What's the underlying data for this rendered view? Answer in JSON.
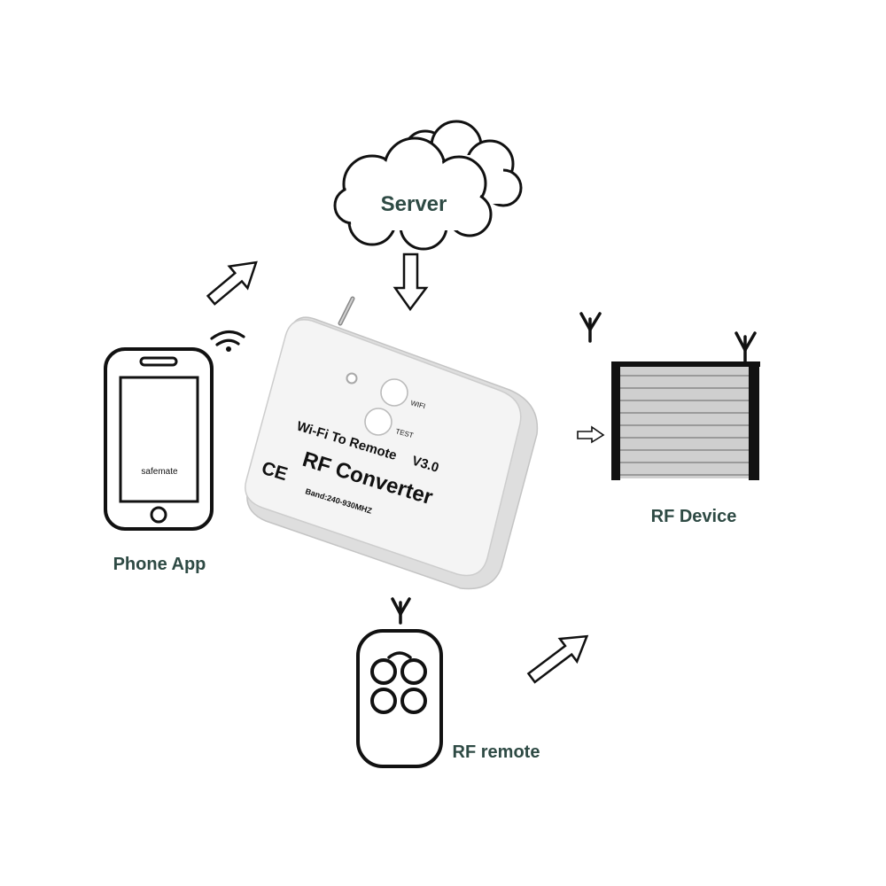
{
  "labels": {
    "server": "Server",
    "phone_app": "Phone App",
    "rf_device": "RF Device",
    "rf_remote": "RF remote"
  },
  "phone": {
    "screen_text": "safemate"
  },
  "converter": {
    "wifi_button": "WIFI",
    "test_button": "TEST",
    "subtitle": "Wi-Fi To Remote",
    "version": "V3.0",
    "title": "RF Converter",
    "ce_mark": "CE",
    "band": "Band:240-930MHZ"
  },
  "colors": {
    "label_text": "#2e4a44",
    "outline": "#111111",
    "device_body": "#f3f3f3",
    "shutter_slat": "#b9b9b9"
  }
}
